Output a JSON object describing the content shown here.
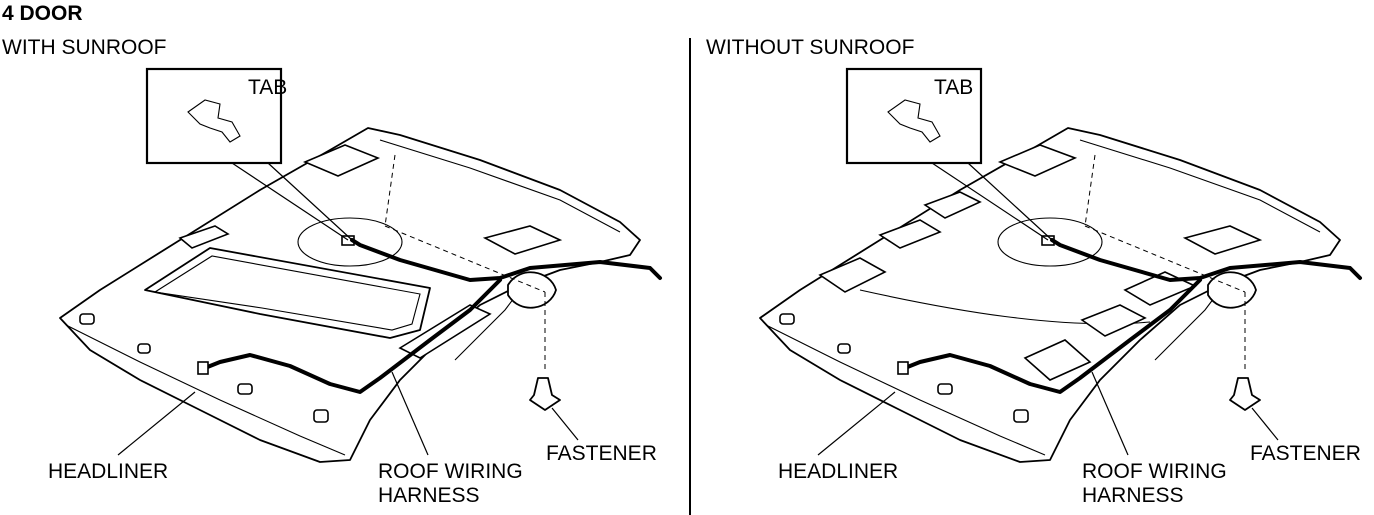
{
  "header": {
    "title": "4 DOOR"
  },
  "panels": [
    {
      "subtitle": "WITH SUNROOF",
      "labels": {
        "tab": "TAB",
        "headliner": "HEADLINER",
        "harness_line1": "ROOF WIRING",
        "harness_line2": "HARNESS",
        "fastener": "FASTENER"
      }
    },
    {
      "subtitle": "WITHOUT SUNROOF",
      "labels": {
        "tab": "TAB",
        "headliner": "HEADLINER",
        "harness_line1": "ROOF WIRING",
        "harness_line2": "HARNESS",
        "fastener": "FASTENER"
      }
    }
  ]
}
